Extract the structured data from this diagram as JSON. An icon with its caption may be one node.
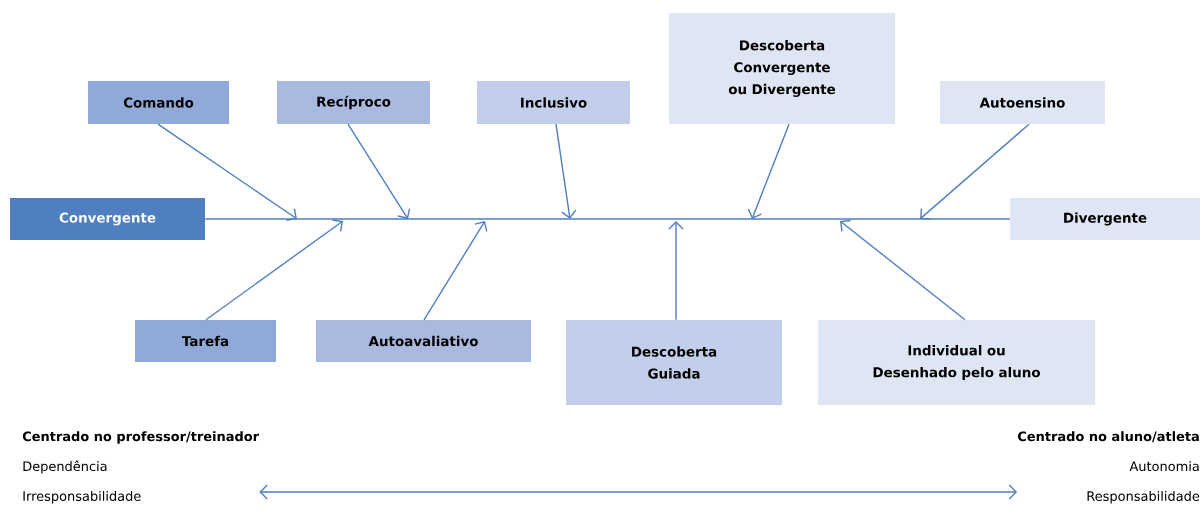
{
  "diagram": {
    "nodes": [
      {
        "text": [
          "Convergente"
        ]
      },
      {
        "text": [
          "Divergente"
        ]
      },
      {
        "text": [
          "Comando"
        ]
      },
      {
        "text": [
          "Recíproco"
        ]
      },
      {
        "text": [
          "Inclusivo"
        ]
      },
      {
        "text": [
          "Descoberta Convergente ou Divergente"
        ]
      },
      {
        "text": [
          "Autoensino"
        ]
      },
      {
        "text": [
          "Tarefa"
        ]
      },
      {
        "text": [
          "Autoavaliativo"
        ]
      },
      {
        "text": [
          "Descoberta Guiada"
        ]
      },
      {
        "text": [
          "Individual ou Desenhado pelo aluno"
        ]
      },
      {
        "text": [
          "Centrado no professor/treinador",
          "Dependência",
          "Irresponsabilidade"
        ]
      },
      {
        "text": [
          "Centrado no aluno/atleta",
          "Autonomia",
          "Responsabilidade"
        ]
      }
    ],
    "edges": [
      {
        "from": 0,
        "to": 1,
        "arrow": "none"
      },
      {
        "from": 2,
        "to": null,
        "arrow": "to"
      },
      {
        "from": 3,
        "to": null,
        "arrow": "to"
      },
      {
        "from": 4,
        "to": null,
        "arrow": "to"
      },
      {
        "from": 5,
        "to": null,
        "arrow": "to"
      },
      {
        "from": 6,
        "to": null,
        "arrow": "to"
      },
      {
        "from": 7,
        "to": null,
        "arrow": "to"
      },
      {
        "from": 8,
        "to": null,
        "arrow": "to"
      },
      {
        "from": 9,
        "to": null,
        "arrow": "to"
      },
      {
        "from": 10,
        "to": null,
        "arrow": "to"
      },
      {
        "from": 11,
        "to": 12,
        "arrow": "both"
      }
    ]
  }
}
